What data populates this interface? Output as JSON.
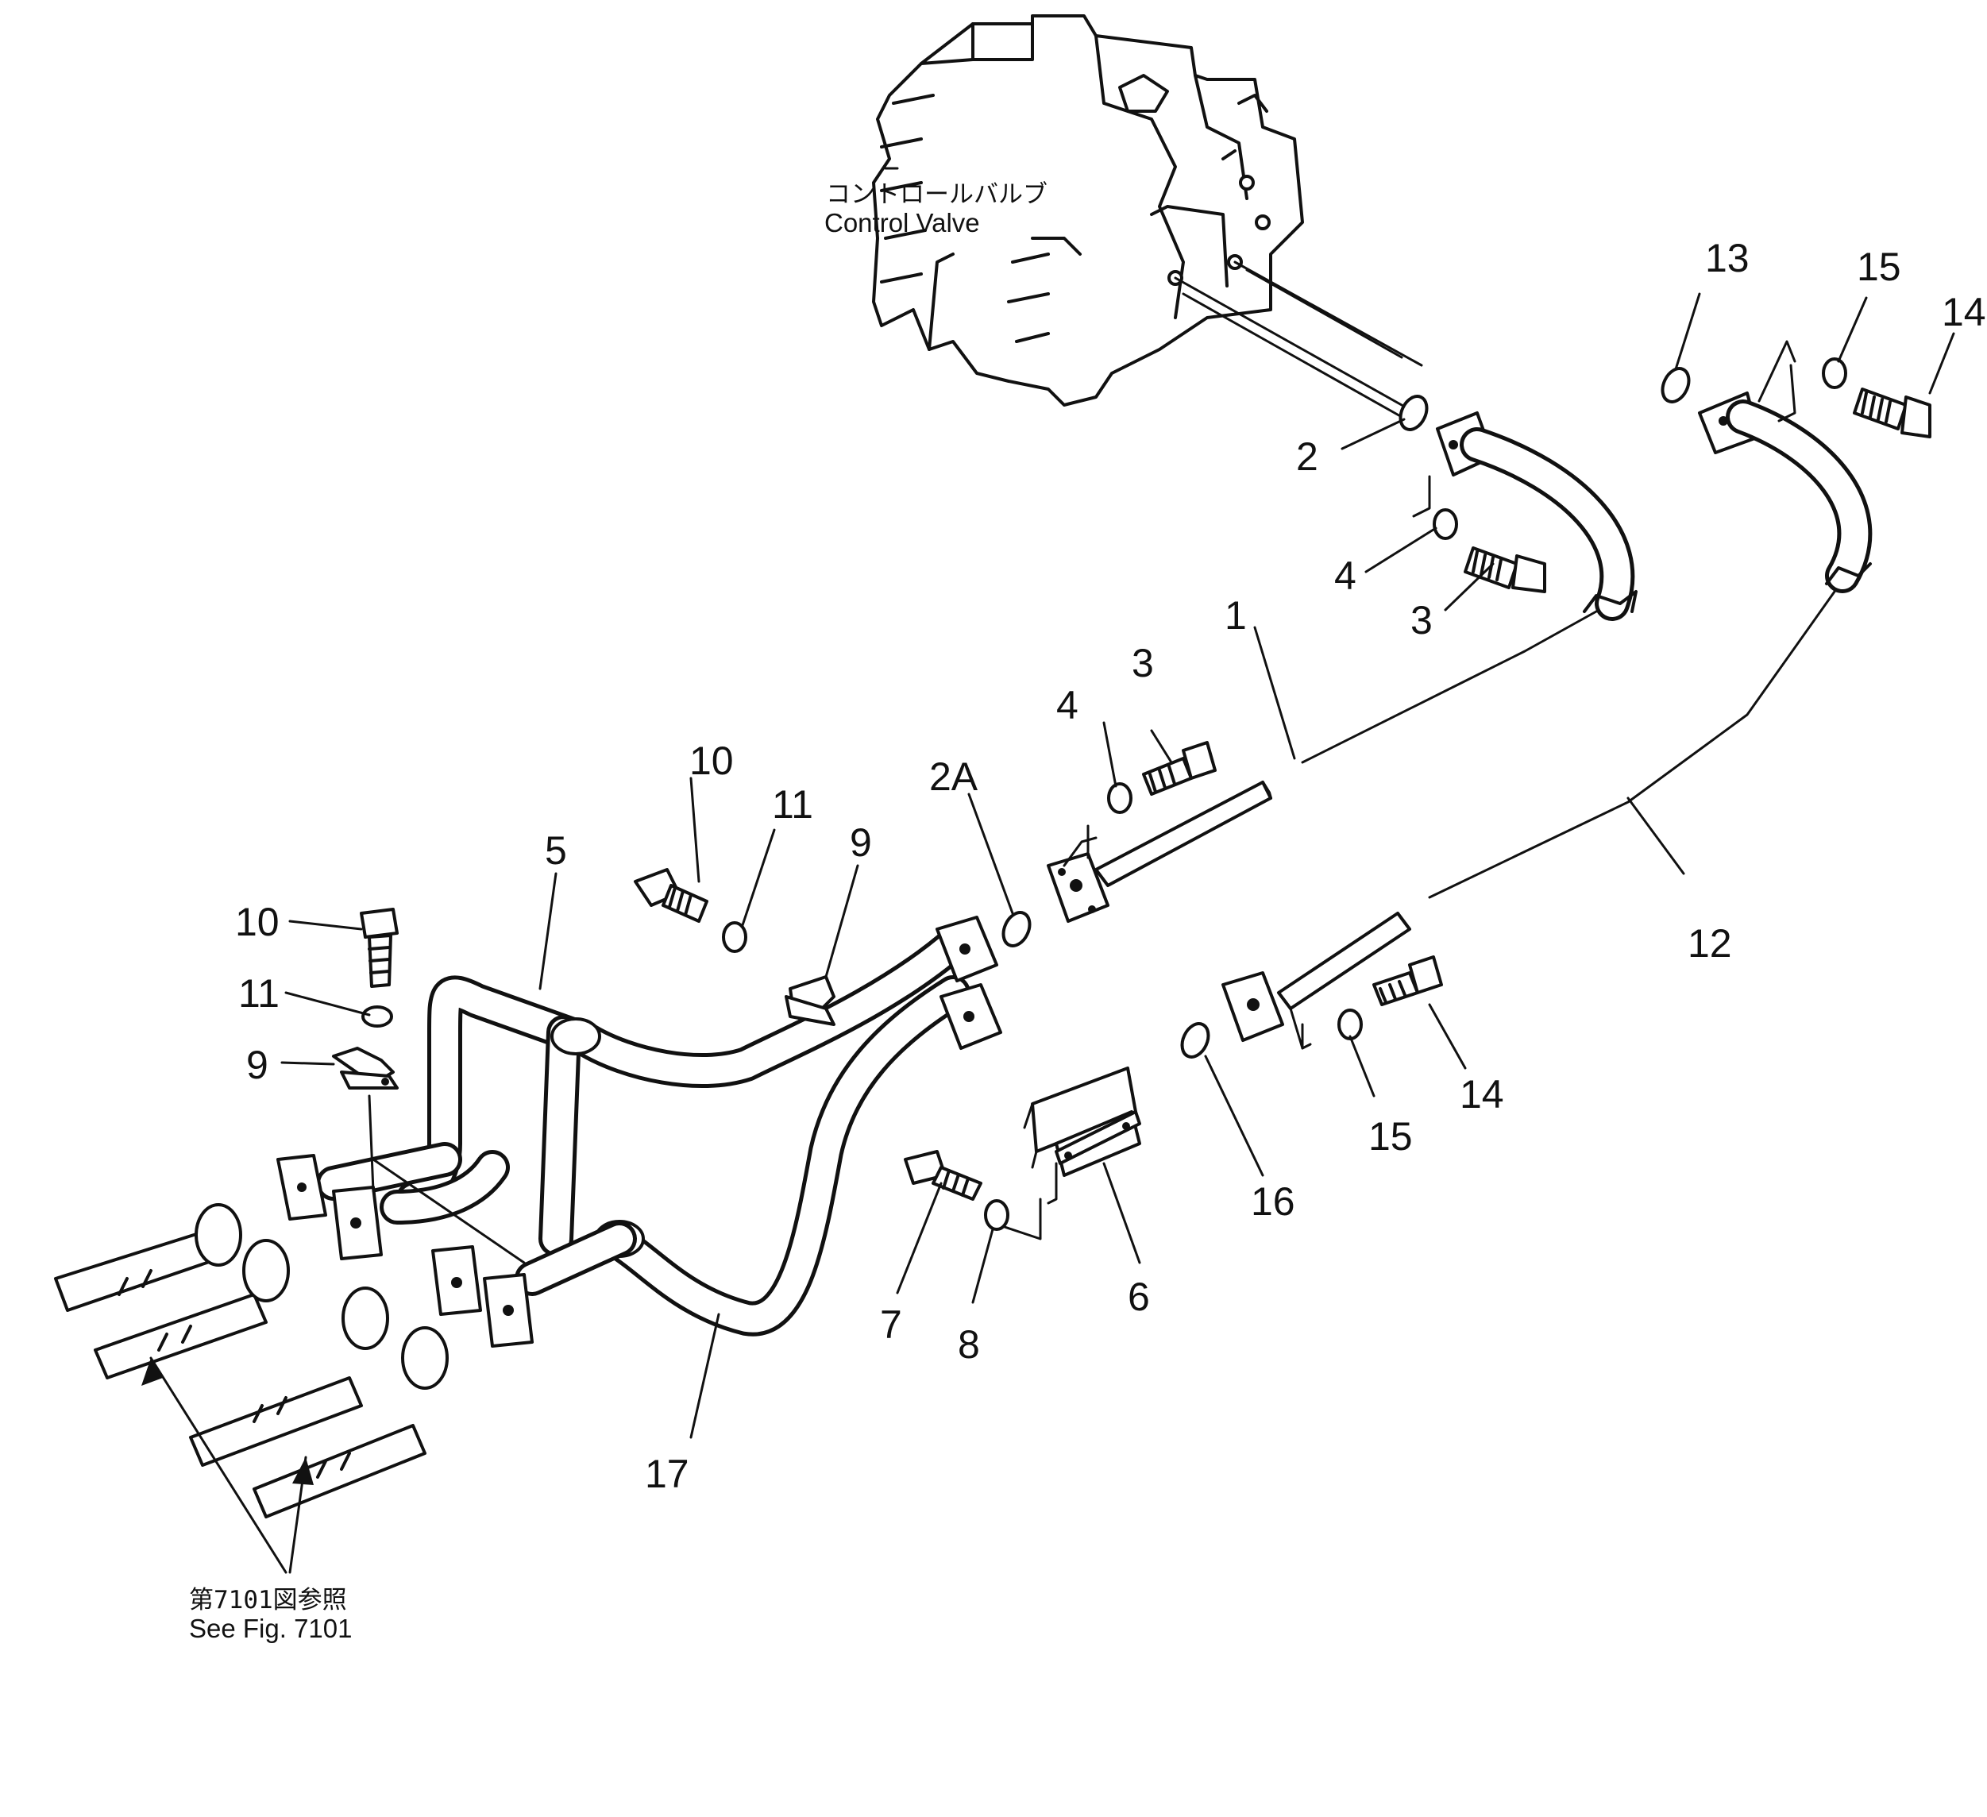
{
  "caption_control_valve": {
    "jp": "コントロールバルブ",
    "en": "Control Valve"
  },
  "caption_see_fig": {
    "jp": "第7101図参照",
    "en": "See Fig. 7101"
  },
  "callouts": [
    {
      "id": "c-13",
      "text": "13"
    },
    {
      "id": "c-15a",
      "text": "15"
    },
    {
      "id": "c-14a",
      "text": "14"
    },
    {
      "id": "c-2",
      "text": "2"
    },
    {
      "id": "c-4a",
      "text": "4"
    },
    {
      "id": "c-3a",
      "text": "3"
    },
    {
      "id": "c-1",
      "text": "1"
    },
    {
      "id": "c-3b",
      "text": "3"
    },
    {
      "id": "c-4b",
      "text": "4"
    },
    {
      "id": "c-10a",
      "text": "10"
    },
    {
      "id": "c-11a",
      "text": "11"
    },
    {
      "id": "c-2A",
      "text": "2A"
    },
    {
      "id": "c-9a",
      "text": "9"
    },
    {
      "id": "c-5",
      "text": "5"
    },
    {
      "id": "c-10b",
      "text": "10"
    },
    {
      "id": "c-11b",
      "text": "11"
    },
    {
      "id": "c-9b",
      "text": "9"
    },
    {
      "id": "c-12",
      "text": "12"
    },
    {
      "id": "c-14b",
      "text": "14"
    },
    {
      "id": "c-15b",
      "text": "15"
    },
    {
      "id": "c-16",
      "text": "16"
    },
    {
      "id": "c-6",
      "text": "6"
    },
    {
      "id": "c-7",
      "text": "7"
    },
    {
      "id": "c-8",
      "text": "8"
    },
    {
      "id": "c-17",
      "text": "17"
    }
  ]
}
